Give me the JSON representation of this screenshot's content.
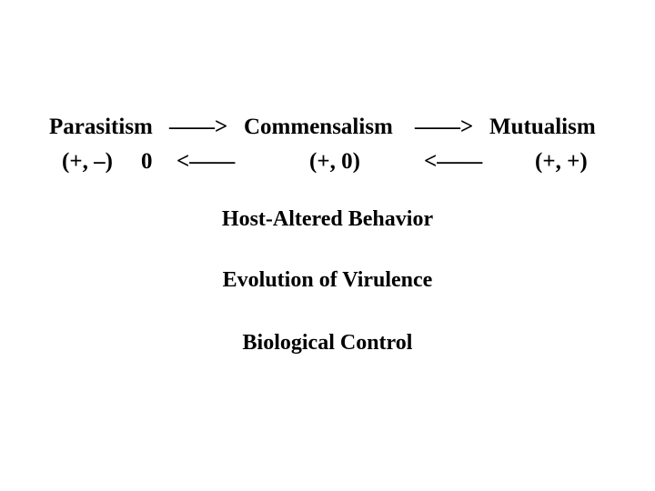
{
  "continuum": {
    "parasitism": "Parasitism",
    "arrow1": "——>",
    "commensalism": "Commensalism",
    "arrow2": "——>",
    "mutualism": "Mutualism"
  },
  "signs": {
    "parasitism_sign": "(+, –)",
    "zero": "0",
    "arrow_back1": "<——",
    "commensalism_sign": "(+, 0)",
    "arrow_back2": "<——",
    "mutualism_sign": "(+, +)"
  },
  "topics": [
    "Host-Altered Behavior",
    "Evolution of Virulence",
    "Biological Control"
  ]
}
